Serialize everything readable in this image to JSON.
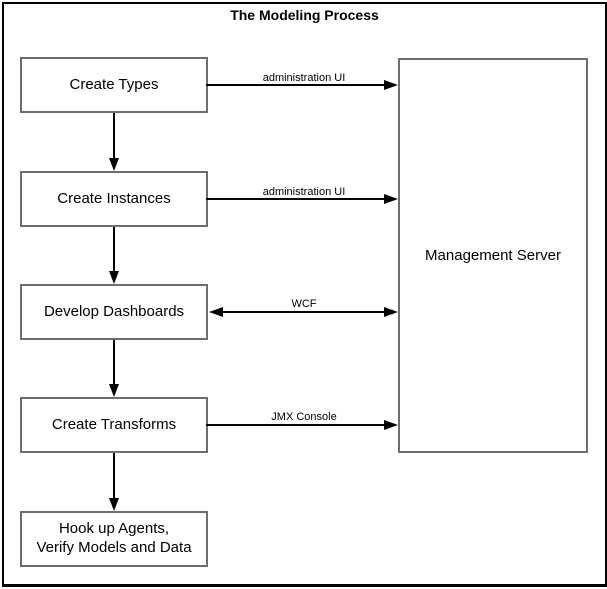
{
  "title": "The Modeling Process",
  "flow": {
    "steps": [
      {
        "label": "Create Types"
      },
      {
        "label": "Create Instances"
      },
      {
        "label": "Develop Dashboards"
      },
      {
        "label": "Create Transforms"
      },
      {
        "label": "Hook up Agents,\nVerify Models and Data"
      }
    ],
    "server": {
      "label": "Management Server"
    },
    "connections": [
      {
        "label": "administration UI",
        "from": "Create Types",
        "to": "Management Server",
        "direction": "right"
      },
      {
        "label": "administration UI",
        "from": "Create Instances",
        "to": "Management Server",
        "direction": "right"
      },
      {
        "label": "WCF",
        "from": "Develop Dashboards",
        "to": "Management Server",
        "direction": "both"
      },
      {
        "label": "JMX Console",
        "from": "Create Transforms",
        "to": "Management Server",
        "direction": "right"
      }
    ]
  },
  "colors": {
    "background": "#ffffff",
    "outer_border": "#000000",
    "box_border": "#6e6e6e",
    "arrow": "#000000",
    "text": "#000000"
  }
}
